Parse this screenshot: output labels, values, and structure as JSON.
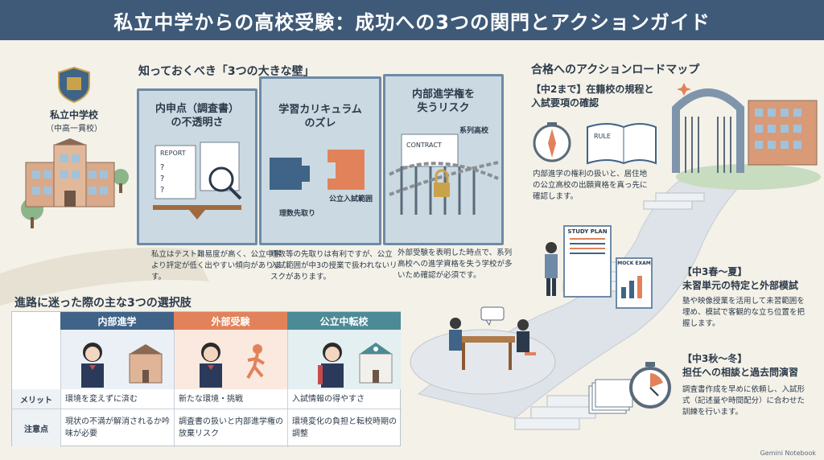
{
  "title": "私立中学からの高校受験：成功への3つの関門とアクションガイド",
  "school": {
    "name": "私立中学校",
    "sub": "（中高一貫校）"
  },
  "walls": {
    "heading": "知っておくべき「3つの大きな壁」",
    "items": [
      {
        "title_line1": "内申点（調査書）",
        "title_line2": "の不透明さ",
        "desc": "私立はテスト難易度が高く、公立中学より評定が低く出やすい傾向があります。",
        "icon_text": "REPORT"
      },
      {
        "title_line1": "学習カリキュラム",
        "title_line2": "のズレ",
        "desc": "理数等の先取りは有利ですが、公立入試範囲が中3の授業で扱われないリスクがあります。",
        "label_left": "理数先取り",
        "label_right": "公立入試範囲"
      },
      {
        "title_line1": "内部進学権を",
        "title_line2": "失うリスク",
        "desc": "外部受験を表明した時点で、系列高校への進学資格を失う学校が多いため確認が必須です。",
        "icon_text": "CONTRACT",
        "label_right": "系列高校"
      }
    ]
  },
  "roadmap": {
    "heading": "合格へのアクションロードマップ",
    "steps": [
      {
        "label_line1": "【中2まで】在籍校の規程と",
        "label_line2": "入試要項の確認",
        "desc": "内部進学の権利の扱いと、居住地の公立高校の出願資格を真っ先に確認します。",
        "icon_text": "RULE"
      },
      {
        "label_line1": "【中3春〜夏】",
        "label_line2": "未習単元の特定と外部模試",
        "desc": "塾や映像授業を活用して未習範囲を埋め、模試で客観的な立ち位置を把握します。",
        "icon_text": "STUDY PLAN",
        "icon_text2": "MOCK EXAM"
      },
      {
        "label_line1": "【中3秋〜冬】",
        "label_line2": "担任への相談と過去問演習",
        "desc": "調査書作成を早めに依頼し、入試形式（記述量や時間配分）に合わせた訓練を行います。"
      }
    ]
  },
  "options": {
    "heading": "進路に迷った際の主な3つの選択肢",
    "columns": [
      {
        "name": "内部進学",
        "color": "#3f6488",
        "merit": "環境を変えずに済む",
        "caution": "現状の不満が解消されるか吟味が必要"
      },
      {
        "name": "外部受験",
        "color": "#e2825a",
        "merit": "新たな環境・挑戦",
        "caution": "調査書の扱いと内部進学権の放棄リスク"
      },
      {
        "name": "公立中転校",
        "color": "#4c8a96",
        "merit": "入試情報の得やすさ",
        "caution": "環境変化の負担と転校時期の調整"
      }
    ],
    "row_labels": {
      "merit": "メリット",
      "caution": "注意点"
    }
  },
  "logo": "Gemini Notebook"
}
